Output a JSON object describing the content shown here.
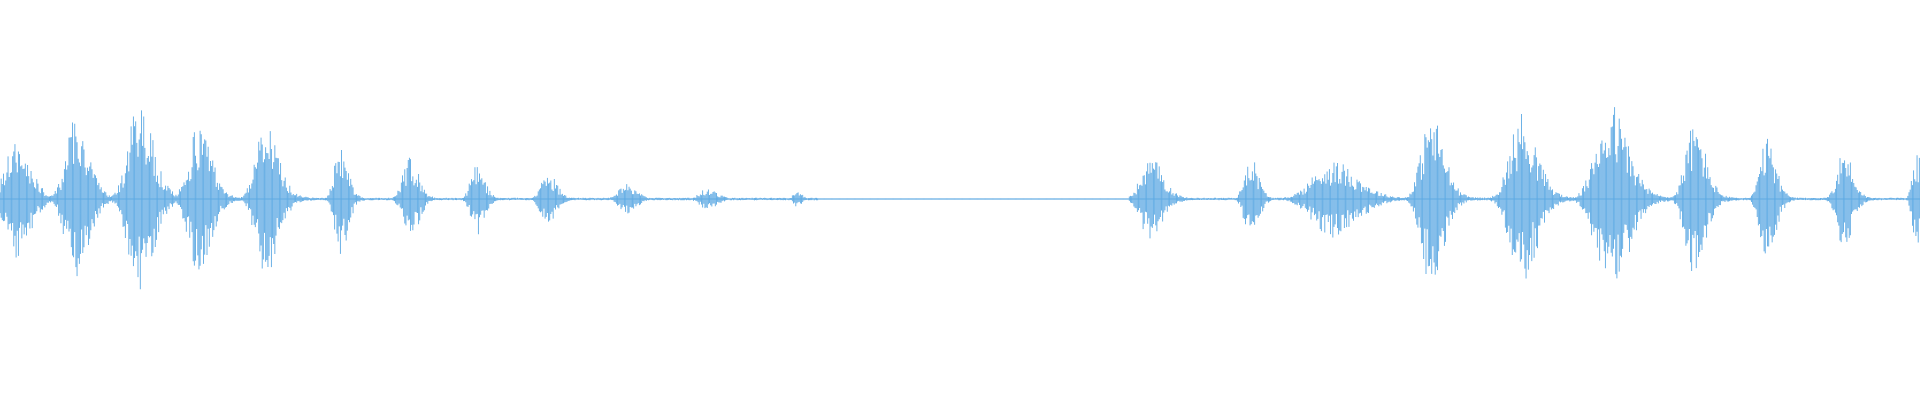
{
  "waveform": {
    "color": "#5DA9E3",
    "background": "#FFFFFF",
    "amplitude_range": [
      -1,
      1
    ],
    "duration_fraction_range": [
      0,
      1
    ],
    "segments": [
      {
        "center": 0.008,
        "width": 0.011,
        "peak": 0.52,
        "symmetric_skew": 0.0
      },
      {
        "center": 0.039,
        "width": 0.01,
        "peak": 0.74,
        "symmetric_skew": 0.0
      },
      {
        "center": 0.072,
        "width": 0.011,
        "peak": 0.86,
        "symmetric_skew": 0.0
      },
      {
        "center": 0.103,
        "width": 0.01,
        "peak": 0.67,
        "symmetric_skew": 0.0
      },
      {
        "center": 0.138,
        "width": 0.01,
        "peak": 0.68,
        "symmetric_skew": 0.0
      },
      {
        "center": 0.177,
        "width": 0.006,
        "peak": 0.5,
        "symmetric_skew": 0.0
      },
      {
        "center": 0.213,
        "width": 0.007,
        "peak": 0.38,
        "symmetric_skew": 0.0
      },
      {
        "center": 0.248,
        "width": 0.006,
        "peak": 0.32,
        "symmetric_skew": 0.0
      },
      {
        "center": 0.285,
        "width": 0.007,
        "peak": 0.24,
        "symmetric_skew": 0.0
      },
      {
        "center": 0.326,
        "width": 0.008,
        "peak": 0.13,
        "symmetric_skew": 0.0
      },
      {
        "center": 0.368,
        "width": 0.008,
        "peak": 0.09,
        "symmetric_skew": 0.0
      },
      {
        "center": 0.415,
        "width": 0.004,
        "peak": 0.07,
        "symmetric_skew": 0.0
      },
      {
        "center": 0.599,
        "width": 0.01,
        "peak": 0.37,
        "symmetric_skew": 0.0
      },
      {
        "center": 0.651,
        "width": 0.006,
        "peak": 0.4,
        "symmetric_skew": 0.0
      },
      {
        "center": 0.693,
        "width": 0.02,
        "peak": 0.34,
        "symmetric_skew": 0.0
      },
      {
        "center": 0.745,
        "width": 0.01,
        "peak": 0.77,
        "symmetric_skew": 0.0
      },
      {
        "center": 0.792,
        "width": 0.012,
        "peak": 0.76,
        "symmetric_skew": 0.0
      },
      {
        "center": 0.838,
        "width": 0.014,
        "peak": 0.86,
        "symmetric_skew": 0.0
      },
      {
        "center": 0.882,
        "width": 0.009,
        "peak": 0.68,
        "symmetric_skew": 0.0
      },
      {
        "center": 0.92,
        "width": 0.007,
        "peak": 0.53,
        "symmetric_skew": 0.0
      },
      {
        "center": 0.96,
        "width": 0.007,
        "peak": 0.45,
        "symmetric_skew": 0.0
      },
      {
        "center": 0.998,
        "width": 0.004,
        "peak": 0.43,
        "symmetric_skew": 0.0
      }
    ],
    "noise_floor": 0.012,
    "silent_gap": [
      0.426,
      0.588
    ],
    "silent_gap_level": 0.004
  }
}
